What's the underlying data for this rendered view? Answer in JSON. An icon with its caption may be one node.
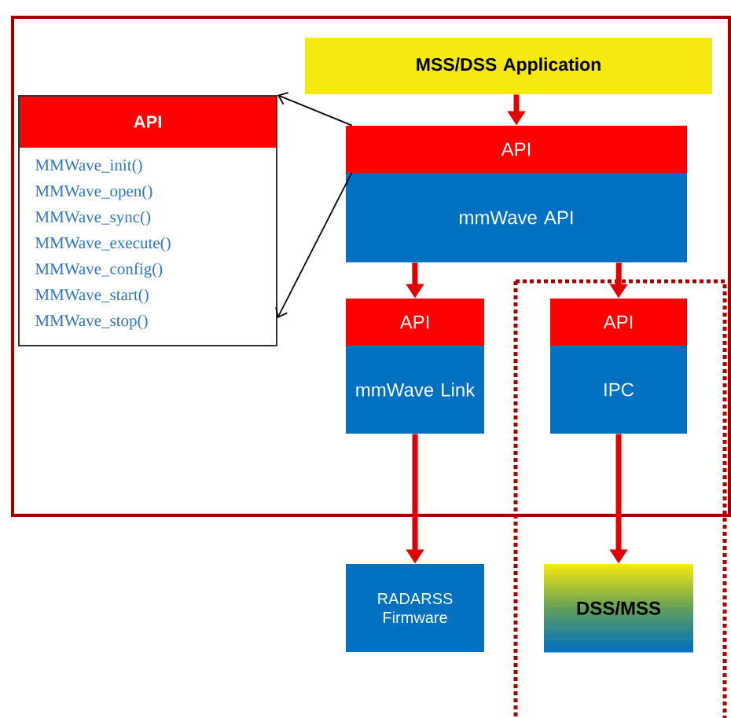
{
  "diagram": {
    "nodes": [
      {
        "text": [
          "API",
          "MMWave_init()",
          "MMWave_open()",
          "MMWave_sync()",
          "MMWave_execute()",
          "MMWave_config()",
          "MMWave_start()",
          "MMWave_stop()"
        ]
      },
      {
        "text": [
          "MSS/DSS Application"
        ]
      },
      {
        "text": [
          "API",
          "mmWave API"
        ]
      },
      {
        "text": [
          "API",
          "mmWave Link"
        ]
      },
      {
        "text": [
          "API",
          "IPC"
        ]
      },
      {
        "text": [
          "RADARSS Firmware"
        ]
      },
      {
        "text": [
          "DSS/MSS"
        ]
      }
    ],
    "edges": [
      {
        "from": 1,
        "to": 2,
        "arrow": "to"
      },
      {
        "from": 2,
        "to": 0,
        "arrow": "to",
        "color": "#000000"
      },
      {
        "from": 2,
        "to": 0,
        "arrow": "to",
        "color": "#000000"
      },
      {
        "from": 2,
        "to": 3,
        "arrow": "to"
      },
      {
        "from": 2,
        "to": 4,
        "arrow": "to"
      },
      {
        "from": 3,
        "to": 5,
        "arrow": "to"
      },
      {
        "from": 4,
        "to": 6,
        "arrow": "to"
      }
    ]
  }
}
